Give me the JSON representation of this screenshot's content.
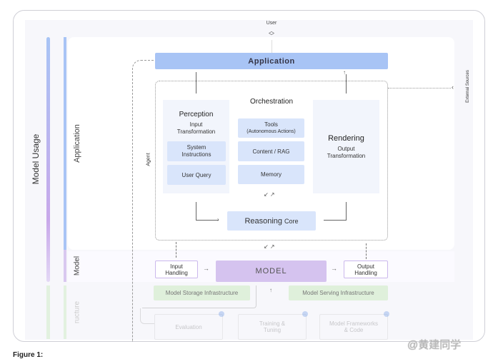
{
  "top": {
    "user_label": "User"
  },
  "side": {
    "model_usage": "Model Usage",
    "application": "Application",
    "model": "Model",
    "infrastructure": "ructure"
  },
  "application_bar": "Application",
  "agent_label": "Agent",
  "external_sources": "External Sources",
  "orchestration": {
    "title": "Orchestration",
    "tools_line1": "Tools",
    "tools_line2": "(Autonomous Actions)",
    "content_rag": "Content / RAG",
    "memory": "Memory"
  },
  "perception": {
    "title": "Perception",
    "sub1": "Input",
    "sub2": "Transformation",
    "system_line1": "System",
    "system_line2": "Instructions",
    "user_query": "User Query"
  },
  "rendering": {
    "title": "Rendering",
    "sub1": "Output",
    "sub2": "Transformation"
  },
  "reasoning": {
    "bold": "Reasoning",
    "rest": "Core"
  },
  "model_band": {
    "input_line1": "Input",
    "input_line2": "Handling",
    "model": "MODEL",
    "output_line1": "Output",
    "output_line2": "Handling"
  },
  "infra": {
    "storage": "Model Storage Infrastructure",
    "serving": "Model Serving Infrastructure",
    "evaluation": "Evaluation",
    "training_line1": "Training &",
    "training_line2": "Tuning",
    "frameworks_line1": "Model Frameworks",
    "frameworks_line2": "& Code"
  },
  "caption": "Figure 1:",
  "watermark": "@黄建同学",
  "colors": {
    "application": "#a8c4f5",
    "model": "#d5c3ef",
    "infra": "#dff0db",
    "panel": "#d9e5fb"
  }
}
